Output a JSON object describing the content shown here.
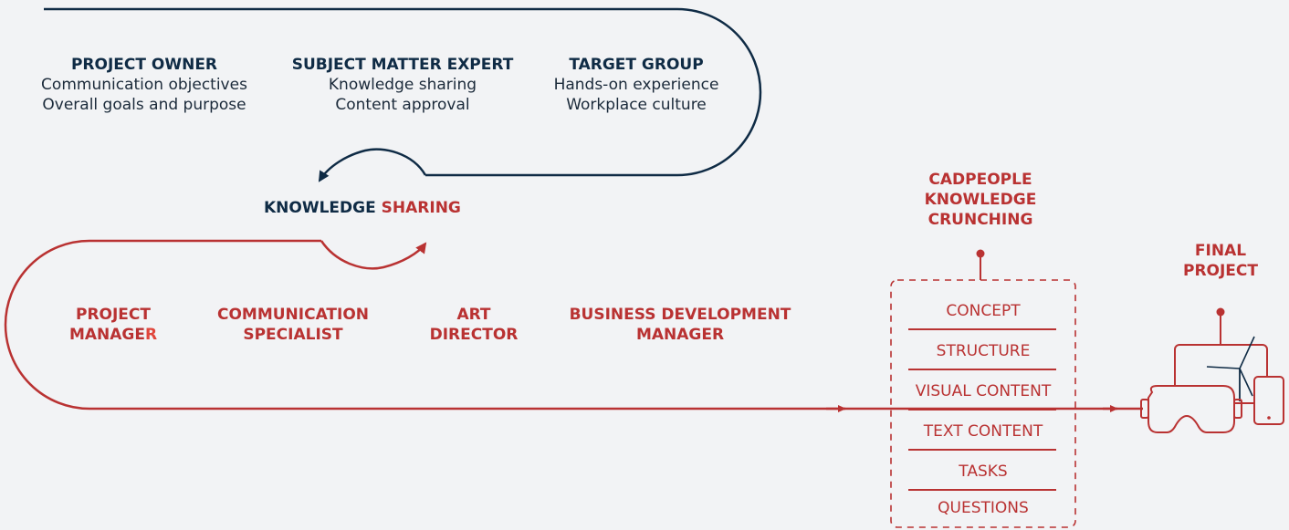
{
  "colors": {
    "navy": "#0f2b45",
    "red": "#b93232",
    "background": "#f2f3f5"
  },
  "client_roles": [
    {
      "title": "PROJECT OWNER",
      "lines": [
        "Communication objectives",
        "Overall goals and purpose"
      ]
    },
    {
      "title": "SUBJECT MATTER EXPERT",
      "lines": [
        "Knowledge sharing",
        "Content approval"
      ]
    },
    {
      "title": "TARGET GROUP",
      "lines": [
        "Hands-on experience",
        "Workplace culture"
      ]
    }
  ],
  "exchange": {
    "word1": "KNOWLEDGE",
    "word2": "SHARING"
  },
  "team_roles": [
    {
      "line1": "PROJECT",
      "line2_main": "MANAGE",
      "line2_accent": "R"
    },
    {
      "line1": "COMMUNICATION",
      "line2_main": "SPECIALIST",
      "line2_accent": ""
    },
    {
      "line1": "ART",
      "line2_main": "DIRECTOR",
      "line2_accent": ""
    },
    {
      "line1": "BUSINESS DEVELOPMENT",
      "line2_main": "MANAGER",
      "line2_accent": ""
    }
  ],
  "crunching": {
    "title_lines": [
      "CADPEOPLE",
      "KNOWLEDGE",
      "CRUNCHING"
    ],
    "steps": [
      "CONCEPT",
      "STRUCTURE",
      "VISUAL CONTENT",
      "TEXT CONTENT",
      "TASKS",
      "QUESTIONS"
    ]
  },
  "final": {
    "title_lines": [
      "FINAL",
      "PROJECT"
    ],
    "icon": "vr-headset-tablet-phone-wind-turbine-icon"
  }
}
